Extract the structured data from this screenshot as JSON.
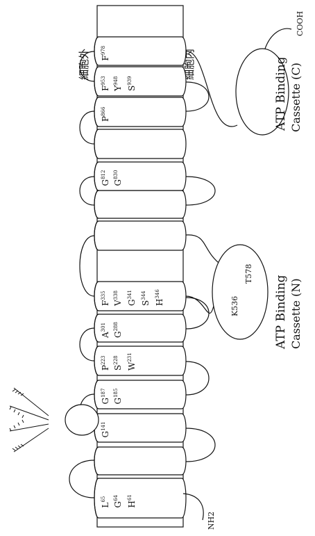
{
  "membrane": {
    "outside_label": "細胞外",
    "inside_label": "細胞内"
  },
  "termini": {
    "n_terminus": "NH2",
    "c_terminus": "COOH"
  },
  "nbd_n": {
    "line1": "ATP Binding",
    "line2": "Cassette (N)",
    "residues": [
      "K536",
      "T578"
    ]
  },
  "nbd_c": {
    "line1": "ATP Binding",
    "line2": "Cassette (C)"
  },
  "helix_labels": [
    [
      "L65",
      "G64",
      "H61"
    ],
    [],
    [
      "G141"
    ],
    [
      "G187",
      "G185"
    ],
    [
      "P223",
      "S228",
      "W231"
    ],
    [
      "A301",
      "G288"
    ],
    [
      "F335",
      "V338",
      "G341",
      "S344",
      "H346"
    ],
    [],
    [],
    [
      "G812",
      "G830"
    ],
    [],
    [
      "P866"
    ],
    [
      "F953",
      "Y948",
      "S939"
    ],
    [
      "F978"
    ]
  ]
}
